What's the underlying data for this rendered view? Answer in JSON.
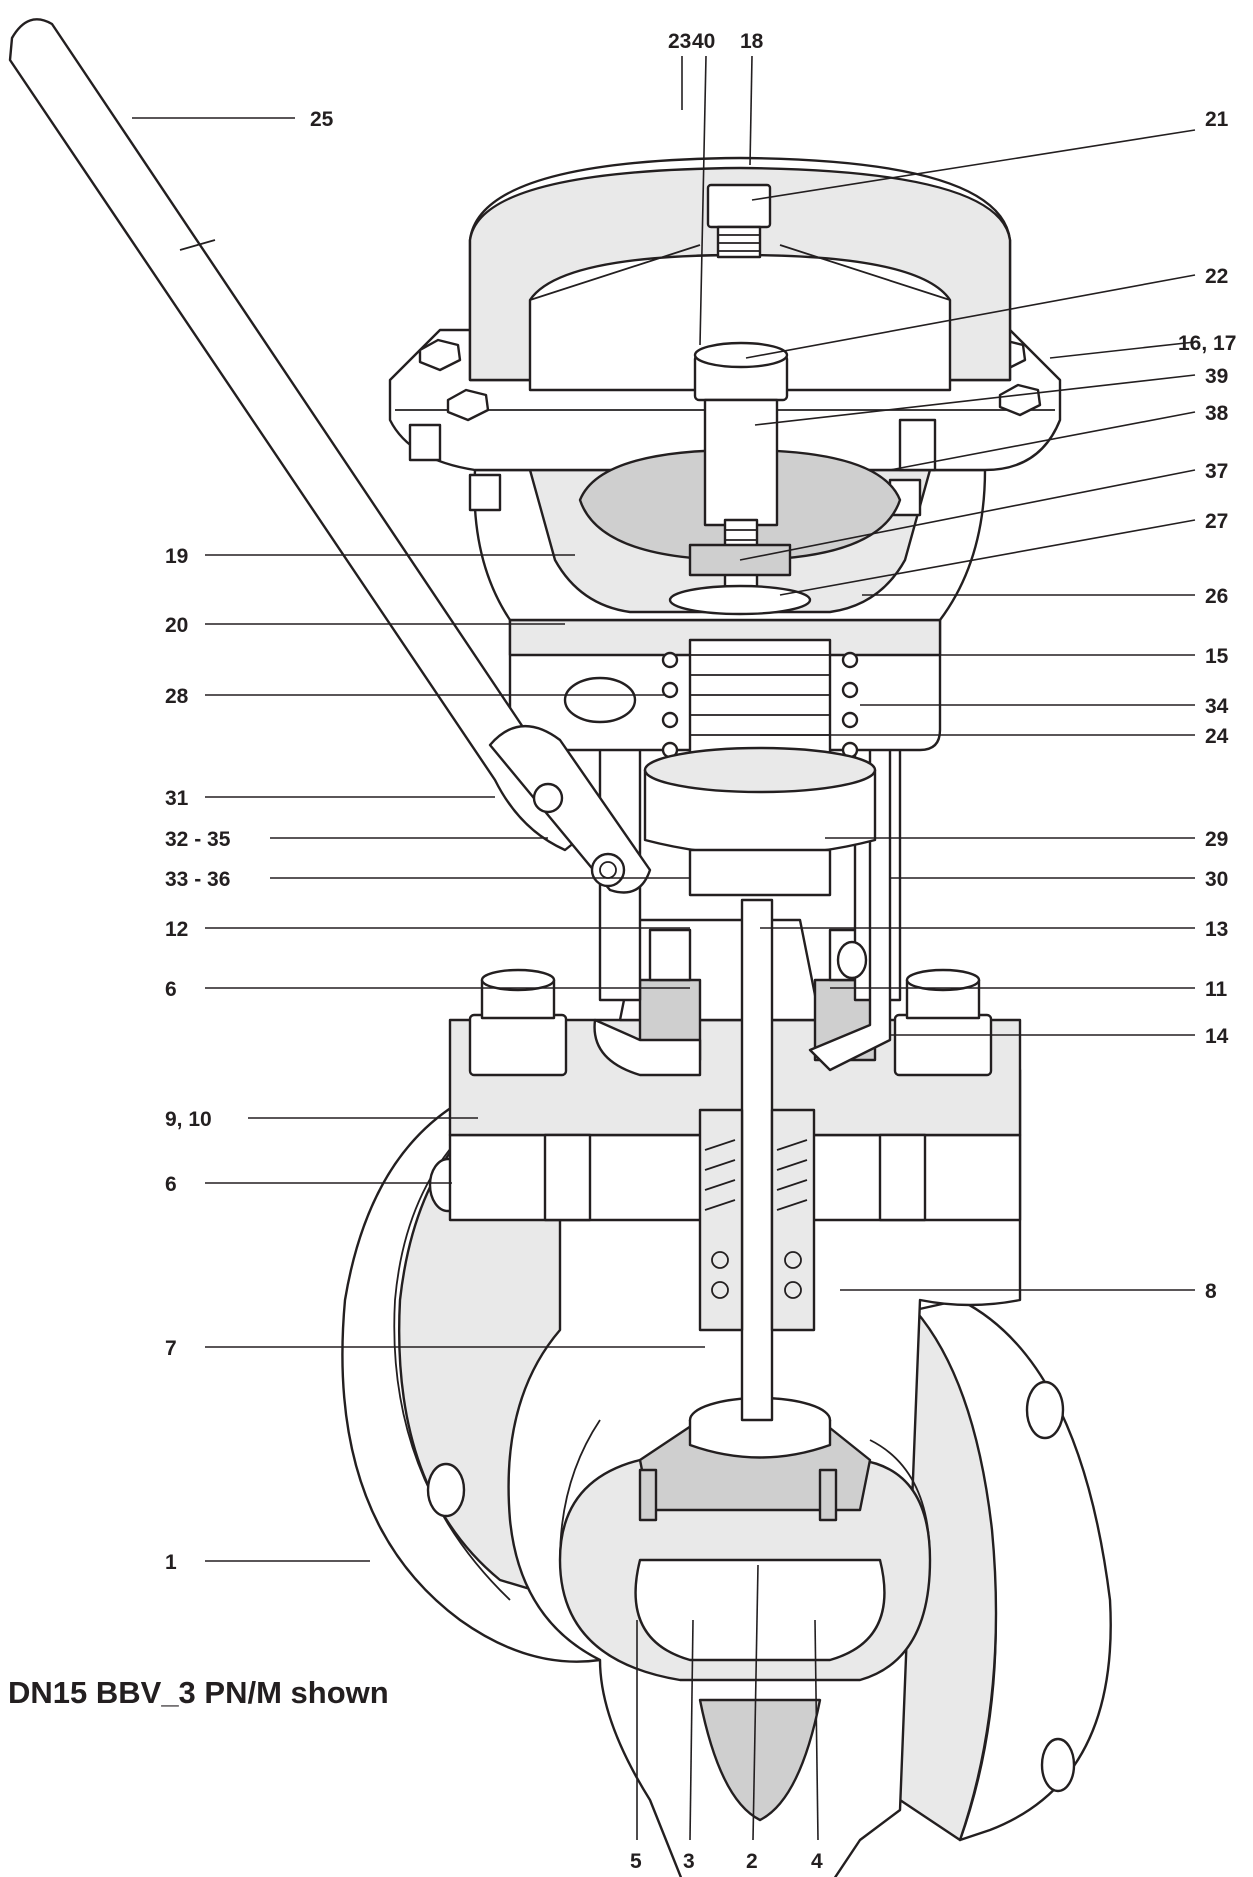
{
  "caption": "DN15 BBV_3 PN/M shown",
  "labels": {
    "l23": "23",
    "l40": "40",
    "l18": "18",
    "l25": "25",
    "l21": "21",
    "l22": "22",
    "l16_17": "16, 17",
    "l39": "39",
    "l38": "38",
    "l37": "37",
    "l27": "27",
    "l19": "19",
    "l26": "26",
    "l20": "20",
    "l15": "15",
    "l28": "28",
    "l34": "34",
    "l24": "24",
    "l31": "31",
    "l32_35": "32 - 35",
    "l29": "29",
    "l33_36": "33 - 36",
    "l30": "30",
    "l12": "12",
    "l13": "13",
    "l6a": "6",
    "l11": "11",
    "l14": "14",
    "l9_10": "9, 10",
    "l6b": "6",
    "l8": "8",
    "l7": "7",
    "l1": "1",
    "l5": "5",
    "l3": "3",
    "l2": "2",
    "l4": "4"
  }
}
